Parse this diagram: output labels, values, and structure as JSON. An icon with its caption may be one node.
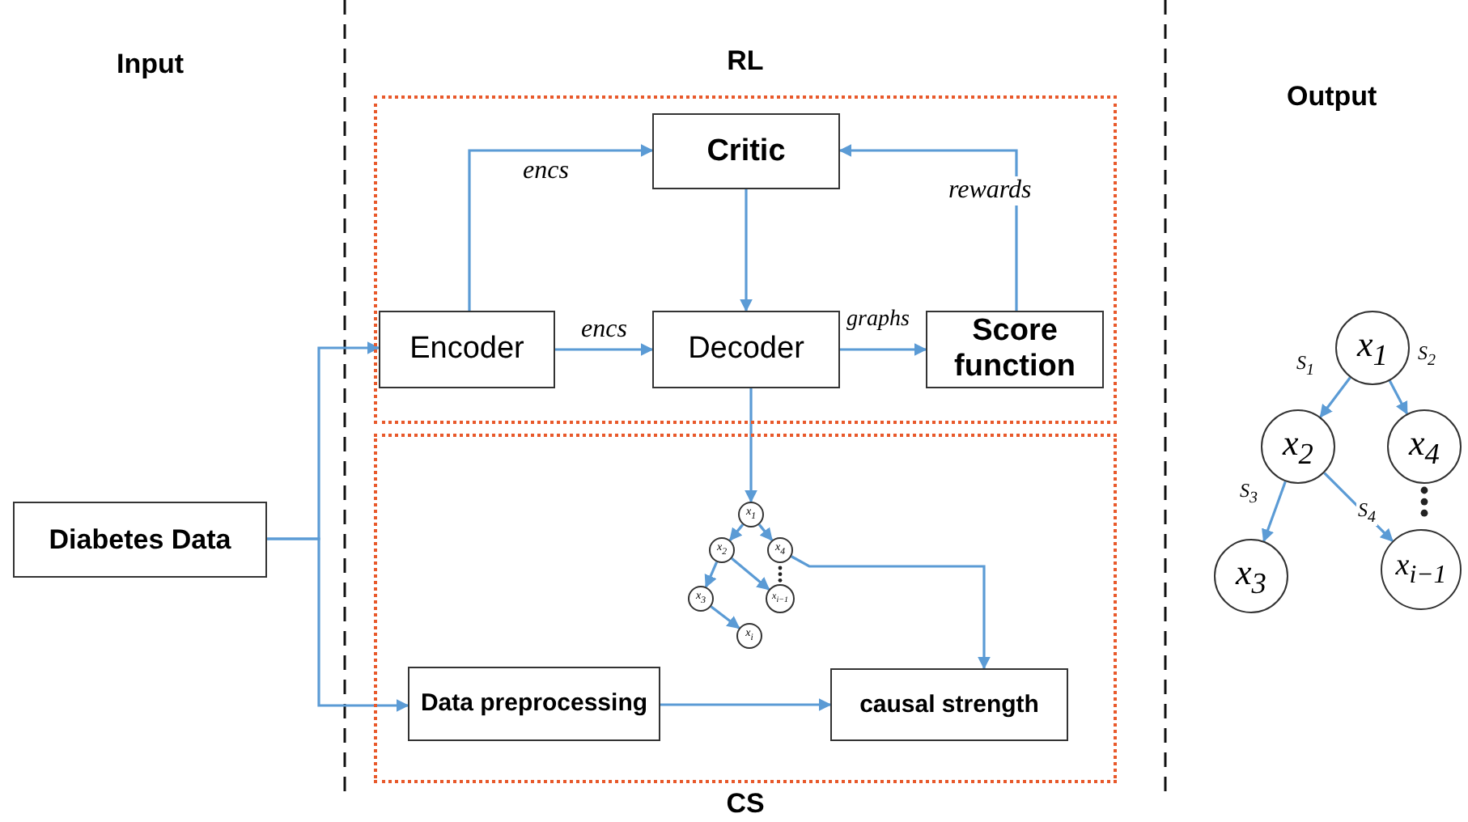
{
  "diagram": {
    "nodes": [
      {
        "text": [
          "RL"
        ]
      },
      {
        "text": [
          "CS"
        ]
      },
      {
        "text": [
          "Critic"
        ],
        "in": 0
      },
      {
        "text": [
          "Encoder"
        ],
        "in": 0
      },
      {
        "text": [
          "Decoder"
        ],
        "in": 0
      },
      {
        "text": [
          "Score function"
        ],
        "in": 0
      },
      {
        "text": [
          "Diabetes Data"
        ]
      },
      {
        "text": [
          "x$_{1}$"
        ],
        "in": 1
      },
      {
        "text": [
          "x$_{2}$"
        ],
        "in": 1
      },
      {
        "text": [
          "x$_{4}$"
        ],
        "in": 1
      },
      {
        "text": [
          "x$_{3}$"
        ],
        "in": 1
      },
      {
        "text": [
          "x$_{i−1}$"
        ],
        "in": 1
      },
      {
        "text": [
          "x$_{i}$"
        ],
        "in": 1
      },
      {
        "text": [
          "Data preprocessing"
        ],
        "in": 1
      },
      {
        "text": [
          "causal strength"
        ],
        "in": 1
      },
      {
        "text": [
          "x$_{1}$"
        ]
      },
      {
        "text": [
          "x$_{2}$"
        ]
      },
      {
        "text": [
          "x$_{4}$"
        ]
      },
      {
        "text": [
          "x$_{3}$"
        ]
      },
      {
        "text": [
          "x$_{i−1}$"
        ]
      }
    ],
    "edges": [
      {
        "from": 6,
        "to": 3,
        "arrow": "to"
      },
      {
        "from": 6,
        "to": 13,
        "arrow": "to"
      },
      {
        "from": 3,
        "to": 2,
        "label": "encs",
        "arrow": "to"
      },
      {
        "from": 3,
        "to": 4,
        "label": "encs",
        "arrow": "to"
      },
      {
        "from": 2,
        "to": 4,
        "arrow": "to"
      },
      {
        "from": 4,
        "to": 5,
        "label": "graphs",
        "arrow": "to"
      },
      {
        "from": 5,
        "to": 2,
        "label": "rewards",
        "arrow": "to"
      },
      {
        "from": 4,
        "to": 7,
        "arrow": "to"
      },
      {
        "from": 7,
        "to": 8,
        "arrow": "to"
      },
      {
        "from": 7,
        "to": 9,
        "arrow": "to"
      },
      {
        "from": 8,
        "to": 10,
        "arrow": "to"
      },
      {
        "from": 8,
        "to": 11,
        "arrow": "to"
      },
      {
        "from": 10,
        "to": 12,
        "arrow": "to"
      },
      {
        "from": 9,
        "to": 14,
        "arrow": "to"
      },
      {
        "from": 13,
        "to": 14,
        "arrow": "to"
      },
      {
        "from": 15,
        "to": 16,
        "label": "S$_{1}$",
        "arrow": "to"
      },
      {
        "from": 15,
        "to": 17,
        "label": "S$_{2}$",
        "arrow": "to"
      },
      {
        "from": 16,
        "to": 18,
        "label": "S$_{3}$",
        "arrow": "to"
      },
      {
        "from": 16,
        "to": 19,
        "label": "S$_{4}$",
        "arrow": "to"
      }
    ],
    "labels": [
      "Input",
      "Output"
    ]
  }
}
